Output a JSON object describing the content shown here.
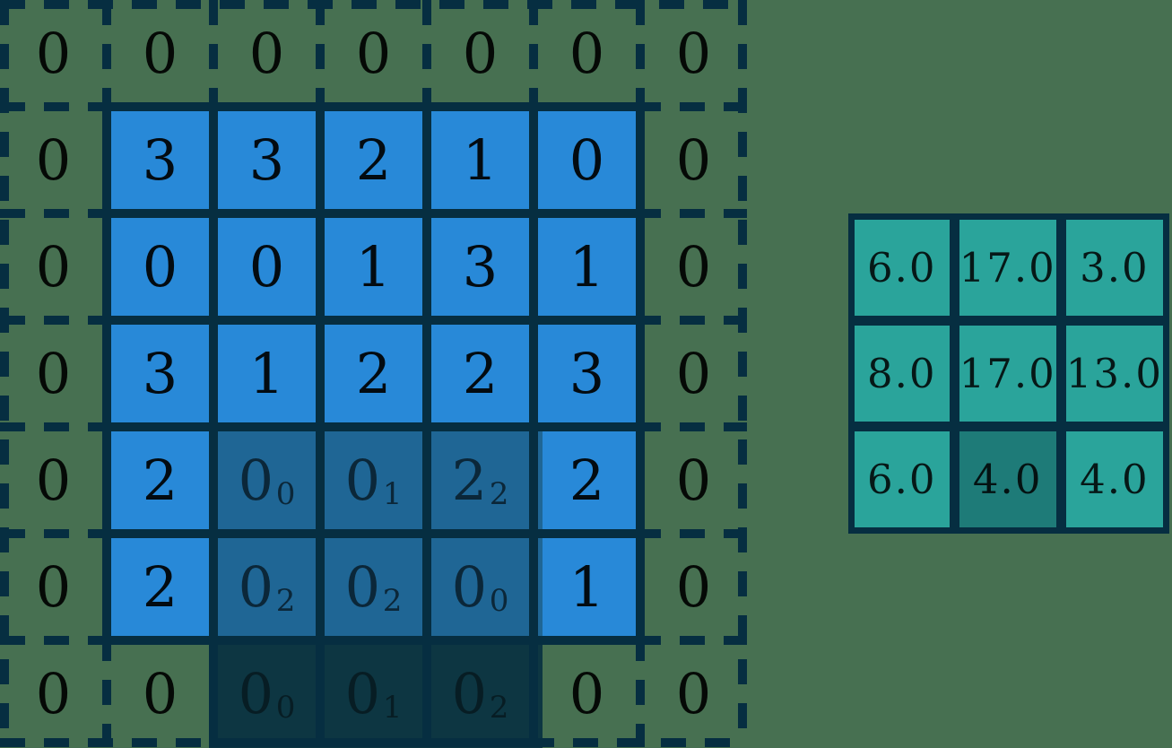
{
  "colors": {
    "background": "#477051",
    "input_cell": "#2889d8",
    "kernel_over_input": "#1f6695",
    "kernel_over_padding": "#0d3642",
    "grid_line": "#062e41",
    "output_cell": "#2aa49b",
    "output_cell_highlight": "#1e7b78"
  },
  "left_grid": {
    "rows": [
      {
        "cells": [
          {
            "v": "0"
          },
          {
            "v": "0"
          },
          {
            "v": "0"
          },
          {
            "v": "0"
          },
          {
            "v": "0"
          },
          {
            "v": "0"
          },
          {
            "v": "0"
          }
        ]
      },
      {
        "cells": [
          {
            "v": "0"
          },
          {
            "v": "3"
          },
          {
            "v": "3"
          },
          {
            "v": "2"
          },
          {
            "v": "1"
          },
          {
            "v": "0"
          },
          {
            "v": "0"
          }
        ]
      },
      {
        "cells": [
          {
            "v": "0"
          },
          {
            "v": "0"
          },
          {
            "v": "0"
          },
          {
            "v": "1"
          },
          {
            "v": "3"
          },
          {
            "v": "1"
          },
          {
            "v": "0"
          }
        ]
      },
      {
        "cells": [
          {
            "v": "0"
          },
          {
            "v": "3"
          },
          {
            "v": "1"
          },
          {
            "v": "2"
          },
          {
            "v": "2"
          },
          {
            "v": "3"
          },
          {
            "v": "0"
          }
        ]
      },
      {
        "cells": [
          {
            "v": "0"
          },
          {
            "v": "2"
          },
          {
            "v": "0",
            "sub": "0"
          },
          {
            "v": "0",
            "sub": "1"
          },
          {
            "v": "2",
            "sub": "2"
          },
          {
            "v": "2"
          },
          {
            "v": "0"
          }
        ]
      },
      {
        "cells": [
          {
            "v": "0"
          },
          {
            "v": "2"
          },
          {
            "v": "0",
            "sub": "2"
          },
          {
            "v": "0",
            "sub": "2"
          },
          {
            "v": "0",
            "sub": "0"
          },
          {
            "v": "1"
          },
          {
            "v": "0"
          }
        ]
      },
      {
        "cells": [
          {
            "v": "0"
          },
          {
            "v": "0"
          },
          {
            "v": "0",
            "sub": "0"
          },
          {
            "v": "0",
            "sub": "1"
          },
          {
            "v": "0",
            "sub": "2"
          },
          {
            "v": "0"
          },
          {
            "v": "0"
          }
        ]
      }
    ]
  },
  "kernel_weights": [
    [
      "0",
      "1",
      "2"
    ],
    [
      "2",
      "2",
      "0"
    ],
    [
      "0",
      "1",
      "2"
    ]
  ],
  "output_grid": {
    "rows": [
      {
        "cells": [
          {
            "v": "6.0"
          },
          {
            "v": "17.0"
          },
          {
            "v": "3.0"
          }
        ]
      },
      {
        "cells": [
          {
            "v": "8.0"
          },
          {
            "v": "17.0"
          },
          {
            "v": "13.0"
          }
        ]
      },
      {
        "cells": [
          {
            "v": "6.0"
          },
          {
            "v": "4.0",
            "highlight": true
          },
          {
            "v": "4.0"
          }
        ]
      }
    ],
    "highlight": {
      "row": 2,
      "col": 1
    }
  }
}
